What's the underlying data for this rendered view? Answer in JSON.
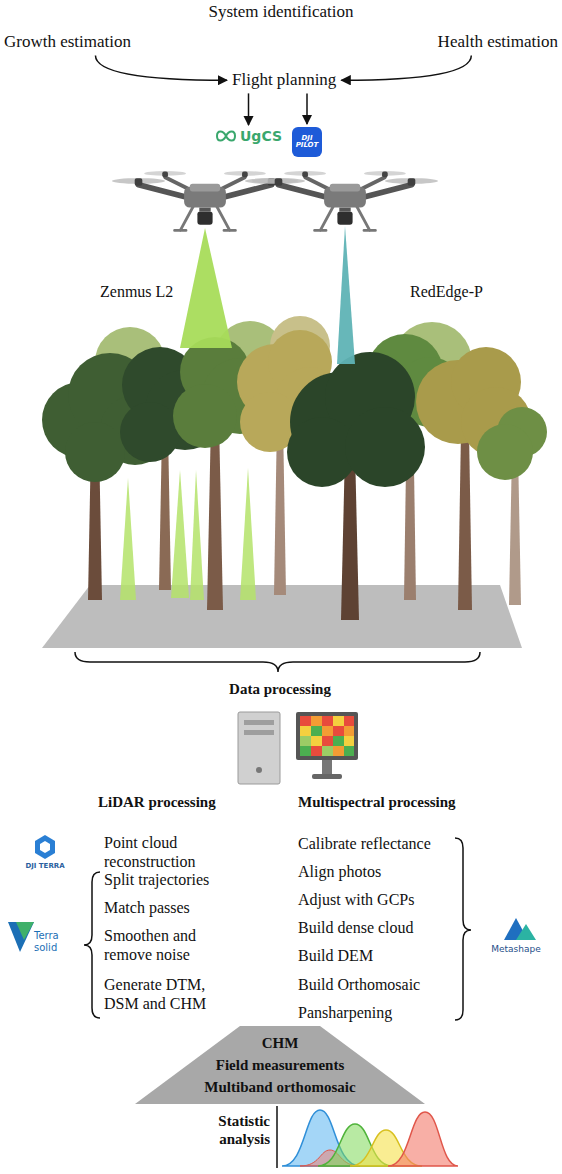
{
  "diagram": {
    "title": "System identification",
    "nodes": [
      {
        "text": [
          "Growth estimation"
        ]
      },
      {
        "text": [
          "Health estimation"
        ]
      },
      {
        "text": [
          "Flight planning"
        ]
      },
      {
        "text": [
          "UgCS"
        ]
      },
      {
        "text": [
          "DJI PILOT"
        ]
      },
      {
        "text": [
          "CHM",
          "Field measurements",
          "Multiband orthomosaic"
        ]
      }
    ],
    "edges": [
      {
        "from": 0,
        "to": 2,
        "arrow": "to"
      },
      {
        "from": 1,
        "to": 2,
        "arrow": "to"
      },
      {
        "from": 2,
        "to": 3,
        "arrow": "to"
      },
      {
        "from": 2,
        "to": 4,
        "arrow": "to"
      }
    ],
    "labels": [
      "Zenmus L2",
      "RedEdge-P",
      "Data processing",
      "LiDAR processing",
      "Multispectral processing",
      "DJI TERRA",
      "Point cloud reconstruction",
      "Terra solid",
      "Split trajectories",
      "Match passes",
      "Smoothen and remove noise",
      "Generate DTM, DSM and CHM",
      "Calibrate reflectance",
      "Align photos",
      "Adjust with GCPs",
      "Build dense cloud",
      "Build DEM",
      "Build Orthomosaic",
      "Pansharpening",
      "Metashape",
      "Statistic analysis"
    ]
  }
}
